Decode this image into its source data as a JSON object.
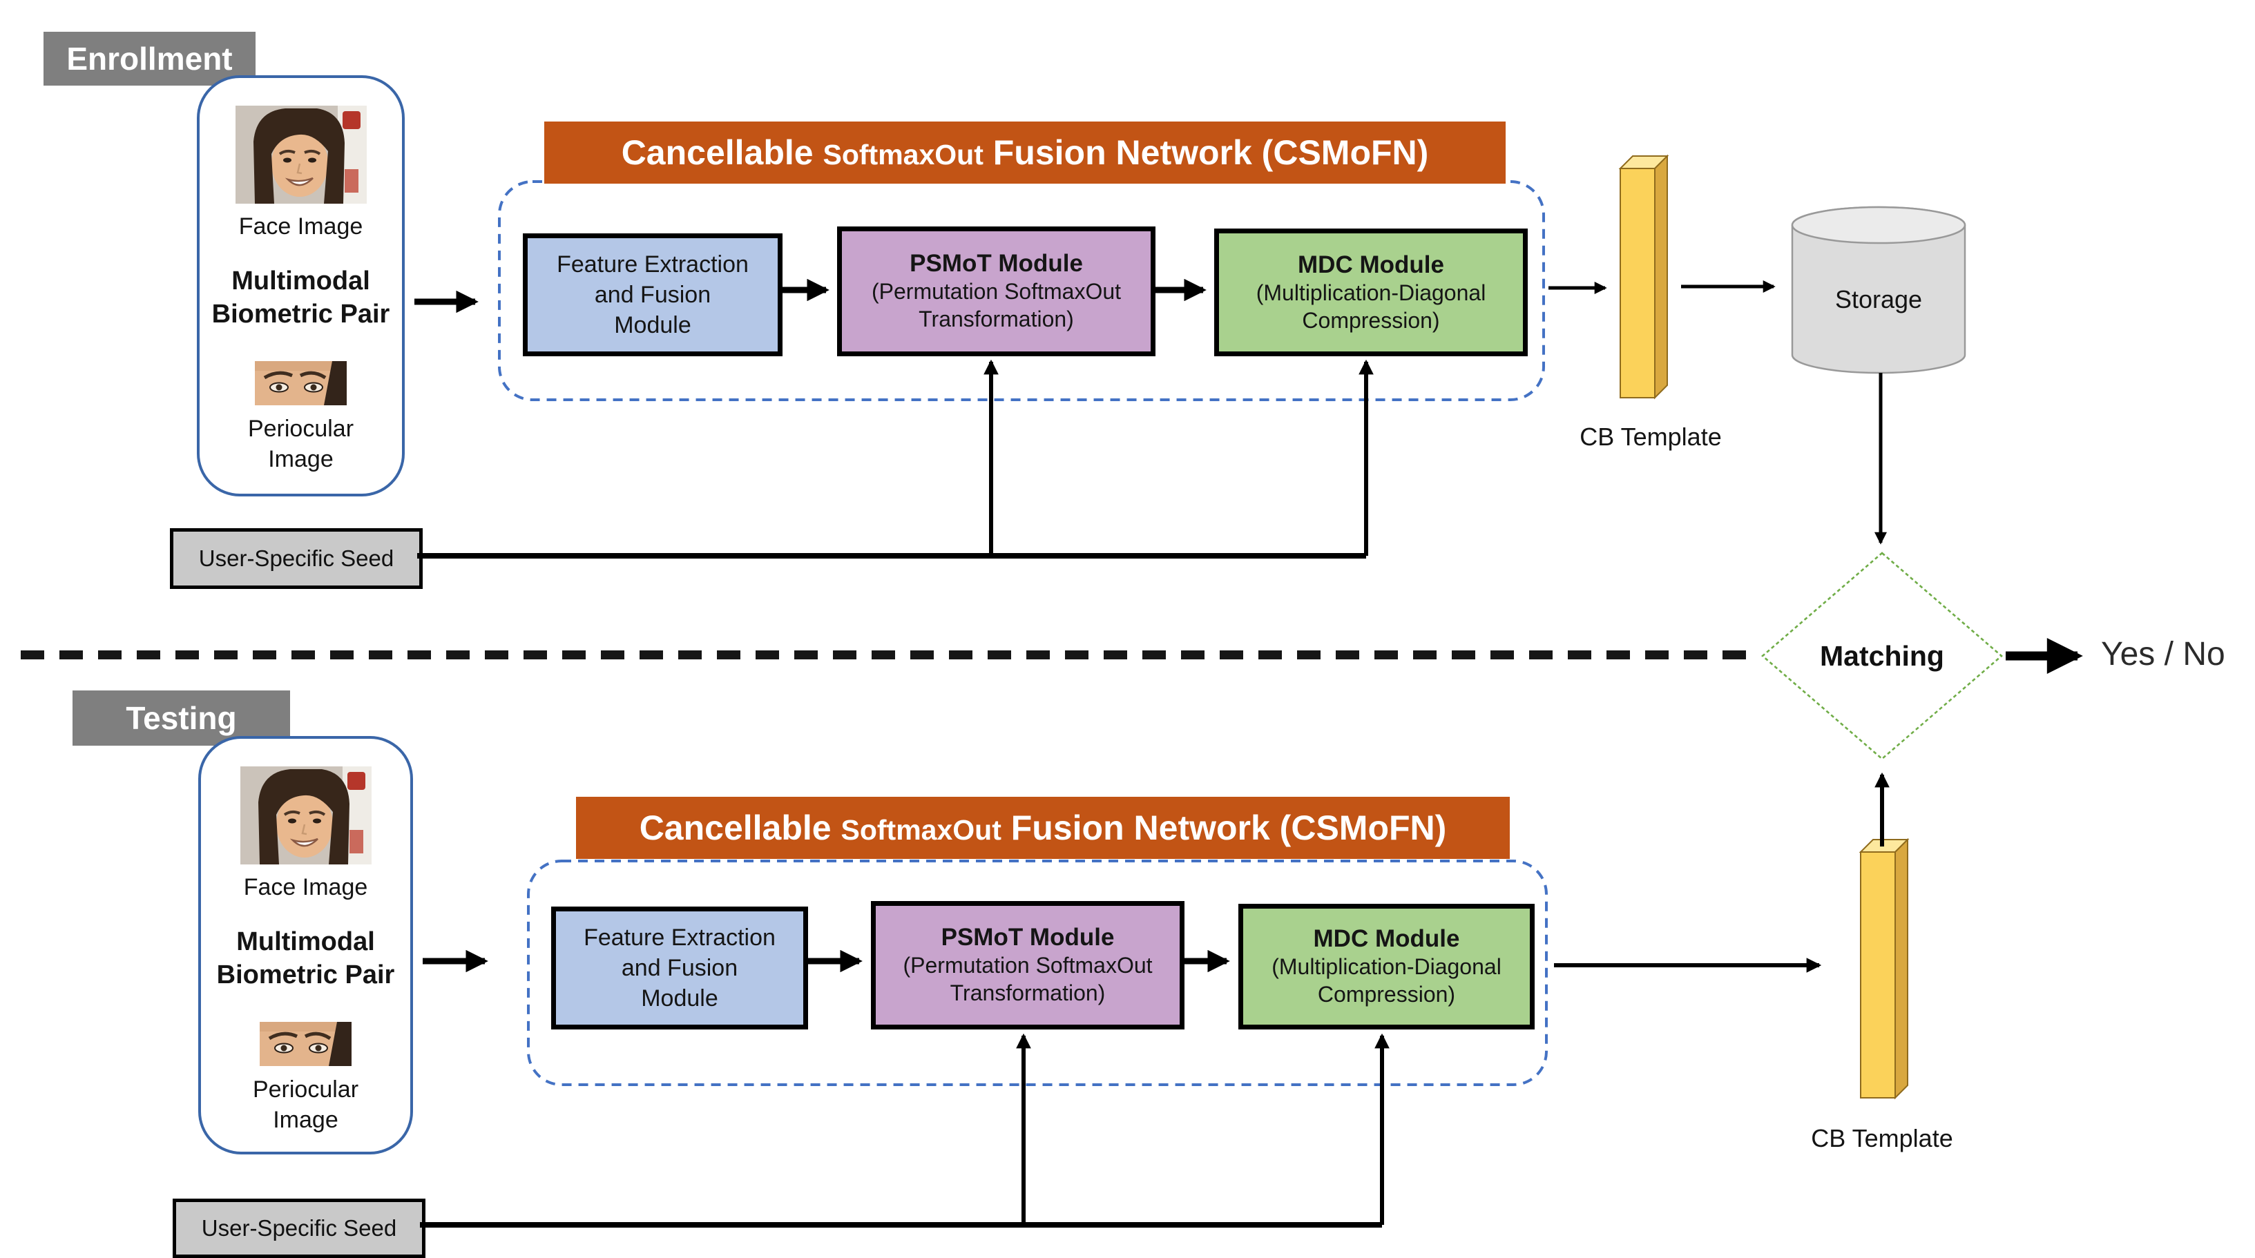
{
  "colors": {
    "banner_bg": "#C25415",
    "section_label_bg": "#7F7F7F",
    "module_feature_fill": "#B4C7E7",
    "module_psmot_fill": "#C8A4CD",
    "module_mdc_fill": "#A9D18E",
    "seed_fill": "#C9C9C9",
    "storage_fill": "#DCDCDC",
    "template_front": "#FBD25A",
    "template_top": "#FDE89E",
    "template_side": "#D9A83F",
    "container_border": "#4472C4",
    "diamond_border": "#70AD47",
    "pair_border": "#3A66A8",
    "connector": "#000000"
  },
  "enrollment": {
    "section_label": "Enrollment",
    "pair": {
      "face_caption": "Face Image",
      "title_line1": "Multimodal",
      "title_line2": "Biometric Pair",
      "periocular_caption_line1": "Periocular",
      "periocular_caption_line2": "Image"
    },
    "banner": {
      "part1": "Cancellable",
      "part2": "SoftmaxOut",
      "part3": "Fusion Network (CSMoFN)"
    },
    "modules": {
      "feature": {
        "line1": "Feature Extraction",
        "line2": "and Fusion",
        "line3": "Module"
      },
      "psmot": {
        "title": "PSMoT Module",
        "sub_line1": "(Permutation SoftmaxOut",
        "sub_line2": "Transformation)"
      },
      "mdc": {
        "title": "MDC Module",
        "sub_line1": "(Multiplication-Diagonal",
        "sub_line2": "Compression)"
      }
    },
    "cb_template_label": "CB Template",
    "seed_label": "User-Specific Seed"
  },
  "testing": {
    "section_label": "Testing",
    "pair": {
      "face_caption": "Face Image",
      "title_line1": "Multimodal",
      "title_line2": "Biometric Pair",
      "periocular_caption_line1": "Periocular",
      "periocular_caption_line2": "Image"
    },
    "banner": {
      "part1": "Cancellable",
      "part2": "SoftmaxOut",
      "part3": "Fusion Network (CSMoFN)"
    },
    "modules": {
      "feature": {
        "line1": "Feature Extraction",
        "line2": "and Fusion",
        "line3": "Module"
      },
      "psmot": {
        "title": "PSMoT Module",
        "sub_line1": "(Permutation SoftmaxOut",
        "sub_line2": "Transformation)"
      },
      "mdc": {
        "title": "MDC Module",
        "sub_line1": "(Multiplication-Diagonal",
        "sub_line2": "Compression)"
      }
    },
    "cb_template_label": "CB Template",
    "seed_label": "User-Specific Seed"
  },
  "storage_label": "Storage",
  "matching_label": "Matching",
  "decision_label": "Yes / No"
}
